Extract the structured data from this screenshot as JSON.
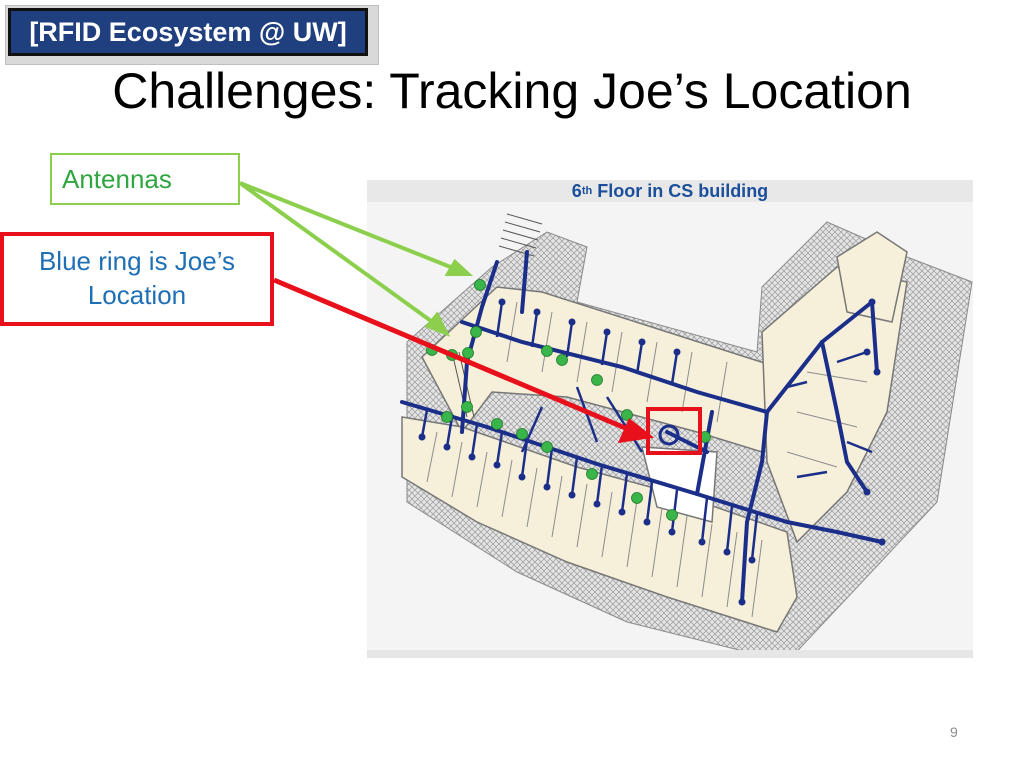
{
  "slide": {
    "tag_label": "[RFID Ecosystem @ UW]",
    "title": "Challenges: Tracking Joe’s Location",
    "page_number": "9"
  },
  "callouts": {
    "antennas": "Antennas",
    "blue_ring_line1": "Blue ring is Joe’s",
    "blue_ring_line2": "Location"
  },
  "map": {
    "caption_num": "6",
    "caption_sup": "th",
    "caption_rest": " Floor in CS building"
  },
  "colors": {
    "tag_bg": "#1f3f7f",
    "antenna_green": "#3ab54a",
    "callout_red": "#e8101a",
    "path_blue": "#1a2e8a",
    "floor_fill": "#f6efd9"
  }
}
